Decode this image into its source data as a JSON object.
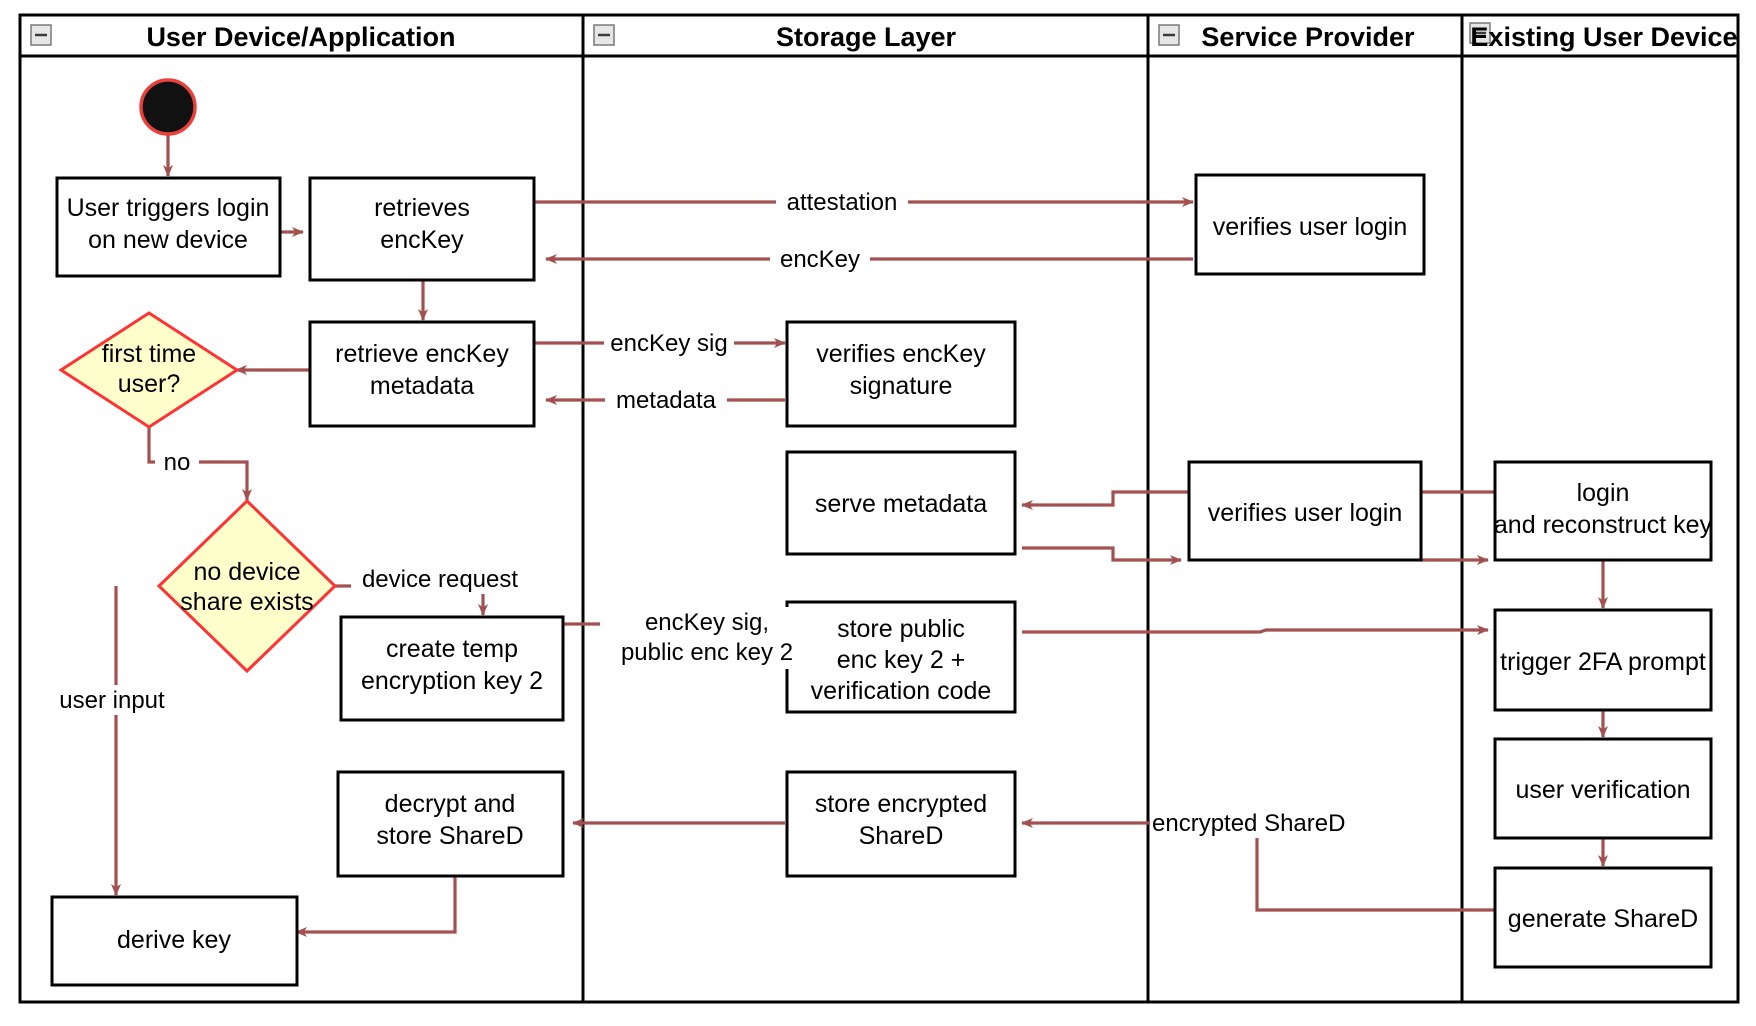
{
  "diagram": {
    "type": "uml-activity-swimlane",
    "title": "Key recovery / device onboarding activity diagram",
    "colors": {
      "edge": "#a35150",
      "decision_fill": "#ffffcc",
      "decision_stroke": "#ff3333",
      "node_fill": "#ffffff",
      "node_stroke": "#000000",
      "start_node": "#111111",
      "start_ring": "#e8413b",
      "background": "#ffffff"
    }
  },
  "lanes": [
    {
      "id": "lane-user-device",
      "label": "User Device/Application",
      "collapse_icon": "minus-icon"
    },
    {
      "id": "lane-storage-layer",
      "label": "Storage Layer",
      "collapse_icon": "minus-icon"
    },
    {
      "id": "lane-service-provider",
      "label": "Service Provider",
      "collapse_icon": "minus-icon"
    },
    {
      "id": "lane-existing-user-device",
      "label": "Existing User Device",
      "collapse_icon": "minus-icon"
    }
  ],
  "nodes": {
    "start": {
      "label": "",
      "kind": "initial-node",
      "lane": "lane-user-device"
    },
    "n1": {
      "label_line1": "User triggers login",
      "label_line2": "on new device",
      "kind": "action",
      "lane": "lane-user-device"
    },
    "n2": {
      "label_line1": "retrieves",
      "label_line2": "encKey",
      "kind": "action",
      "lane": "lane-user-device"
    },
    "n3": {
      "label_line1": "retrieve encKey",
      "label_line2": "metadata",
      "kind": "action",
      "lane": "lane-user-device"
    },
    "d1": {
      "label_line1": "first time",
      "label_line2": "user?",
      "kind": "decision",
      "lane": "lane-user-device"
    },
    "d2": {
      "label_line1": "no device",
      "label_line2": "share exists",
      "kind": "decision",
      "lane": "lane-user-device"
    },
    "n4": {
      "label_line1": "create temp",
      "label_line2": "encryption key 2",
      "kind": "action",
      "lane": "lane-user-device"
    },
    "n5": {
      "label_line1": "decrypt and",
      "label_line2": "store ShareD",
      "kind": "action",
      "lane": "lane-user-device"
    },
    "n6": {
      "label_line1": "derive key",
      "label_line2": "",
      "kind": "action",
      "lane": "lane-user-device"
    },
    "s1": {
      "label_line1": "verifies encKey",
      "label_line2": "signature",
      "kind": "action",
      "lane": "lane-storage-layer"
    },
    "s2": {
      "label_line1": "serve metadata",
      "label_line2": "",
      "kind": "action",
      "lane": "lane-storage-layer"
    },
    "s3": {
      "label_line1": "store public",
      "label_line2": "enc key 2 +",
      "label_line3": "verification code",
      "kind": "action",
      "lane": "lane-storage-layer"
    },
    "s4": {
      "label_line1": "store encrypted",
      "label_line2": "ShareD",
      "kind": "action",
      "lane": "lane-storage-layer"
    },
    "p1": {
      "label_line1": "verifies user login",
      "label_line2": "",
      "kind": "action",
      "lane": "lane-service-provider"
    },
    "p2": {
      "label_line1": "verifies user login",
      "label_line2": "",
      "kind": "action",
      "lane": "lane-service-provider"
    },
    "e1": {
      "label_line1": "login",
      "label_line2": "and reconstruct key",
      "kind": "action",
      "lane": "lane-existing-user-device"
    },
    "e2": {
      "label_line1": "trigger 2FA prompt",
      "label_line2": "",
      "kind": "action",
      "lane": "lane-existing-user-device"
    },
    "e3": {
      "label_line1": "user verification",
      "label_line2": "",
      "kind": "action",
      "lane": "lane-existing-user-device"
    },
    "e4": {
      "label_line1": "generate ShareD",
      "label_line2": "",
      "kind": "action",
      "lane": "lane-existing-user-device"
    }
  },
  "edge_labels": {
    "attestation": "attestation",
    "enckey": "encKey",
    "enckey_sig": "encKey sig",
    "metadata": "metadata",
    "no": "no",
    "device_request": "device request",
    "user_input": "user input",
    "enckey_sig_pub1": "encKey sig,",
    "enckey_sig_pub2": "public enc key 2",
    "encrypted_shared": "encrypted ShareD"
  }
}
